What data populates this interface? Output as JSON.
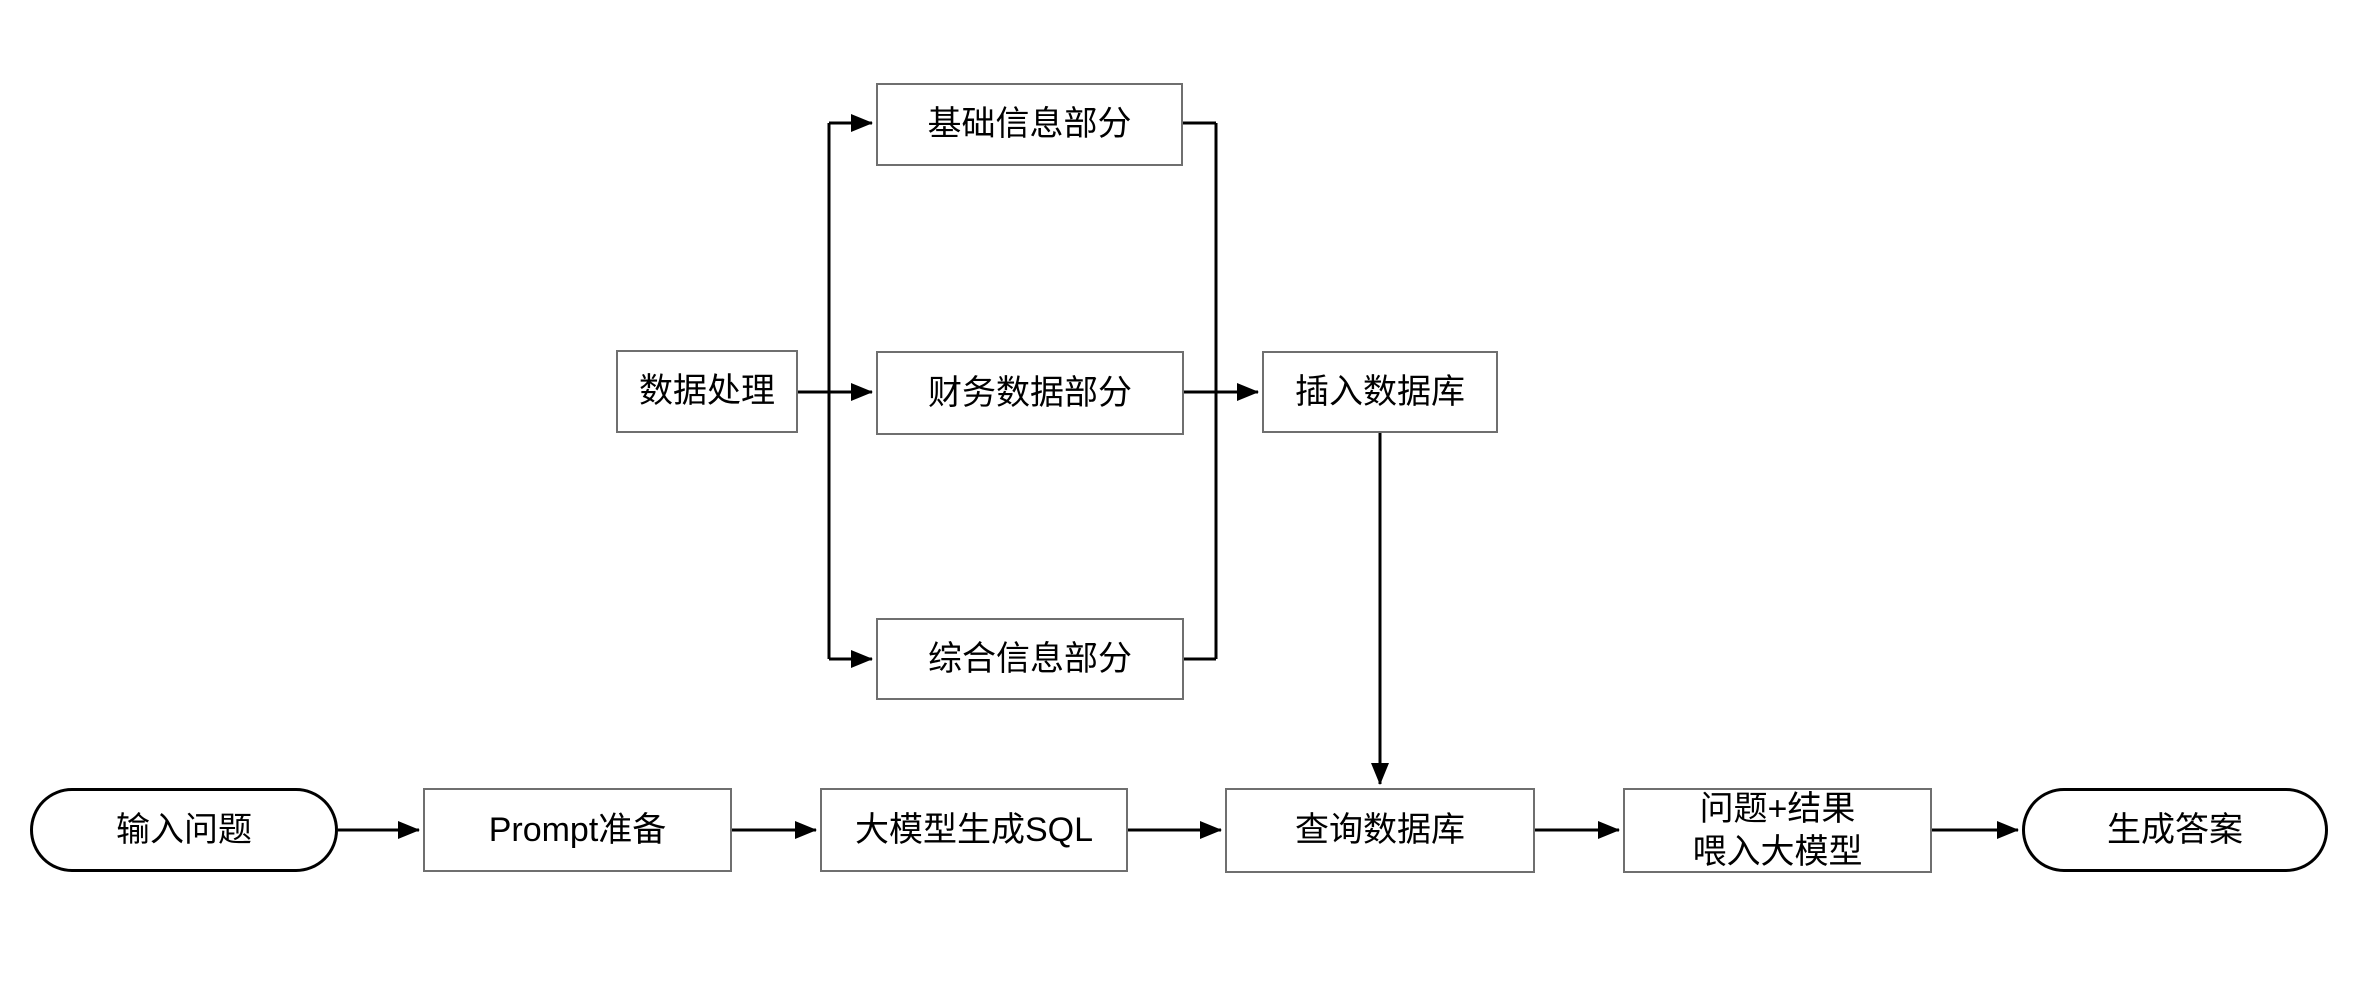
{
  "diagram": {
    "background_color": "#ffffff",
    "connector_color": "#000000",
    "process_border_color": "#6f6f6f",
    "terminal_border_color": "#000000",
    "nodes": {
      "data_processing": {
        "label": "数据处理",
        "shape": "rectangle"
      },
      "basic_info": {
        "label": "基础信息部分",
        "shape": "rectangle"
      },
      "financial_data": {
        "label": "财务数据部分",
        "shape": "rectangle"
      },
      "comprehensive_info": {
        "label": "综合信息部分",
        "shape": "rectangle"
      },
      "insert_db": {
        "label": "插入数据库",
        "shape": "rectangle"
      },
      "input_question": {
        "label": "输入问题",
        "shape": "stadium"
      },
      "prompt_prep": {
        "label": "Prompt准备",
        "shape": "rectangle"
      },
      "llm_generate_sql": {
        "label": "大模型生成SQL",
        "shape": "rectangle"
      },
      "query_db": {
        "label": "查询数据库",
        "shape": "rectangle"
      },
      "feed_llm": {
        "label": "问题+结果\n喂入大模型",
        "shape": "rectangle"
      },
      "generate_answer": {
        "label": "生成答案",
        "shape": "stadium"
      }
    },
    "edges": [
      "数据处理 → 基础信息部分",
      "数据处理 → 财务数据部分",
      "数据处理 → 综合信息部分",
      "基础信息部分 → 插入数据库",
      "财务数据部分 → 插入数据库",
      "综合信息部分 → 插入数据库",
      "插入数据库 → 查询数据库",
      "输入问题 → Prompt准备",
      "Prompt准备 → 大模型生成SQL",
      "大模型生成SQL → 查询数据库",
      "查询数据库 → 问题+结果 喂入大模型",
      "问题+结果 喂入大模型 → 生成答案"
    ]
  }
}
